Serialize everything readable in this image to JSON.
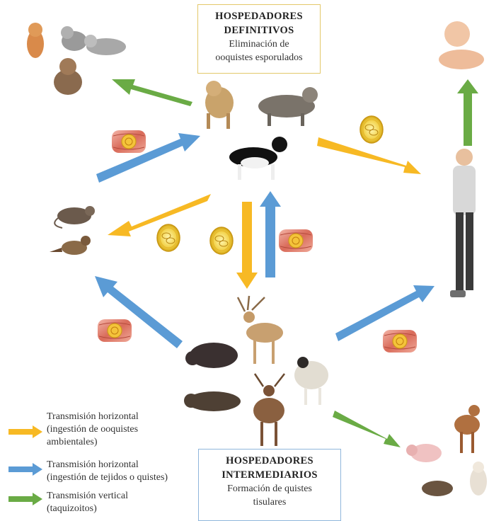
{
  "definitive_box": {
    "title_line1": "HOSPEDADORES",
    "title_line2": "DEFINITIVOS",
    "subtitle_line1": "Eliminación de",
    "subtitle_line2": "ooquistes esporulados"
  },
  "intermediate_box": {
    "title_line1": "HOSPEDADORES",
    "title_line2": "INTERMEDIARIOS",
    "subtitle_line1": "Formación de quistes",
    "subtitle_line2": "tisulares"
  },
  "legend": [
    {
      "color": "#f7b924",
      "line1": "Transmisión horizontal",
      "line2": "(ingestión de ooquistes",
      "line3": "ambientales)"
    },
    {
      "color": "#5b9bd5",
      "line1": "Transmisión horizontal",
      "line2": "(ingestión de tejidos o quistes)",
      "line3": ""
    },
    {
      "color": "#6aab45",
      "line1": "Transmisión vertical",
      "line2": "(taquizoitos)",
      "line3": ""
    }
  ],
  "colors": {
    "oocyst_arrow": "#f7b924",
    "tissue_arrow": "#5b9bd5",
    "vertical_arrow": "#6aab45"
  }
}
